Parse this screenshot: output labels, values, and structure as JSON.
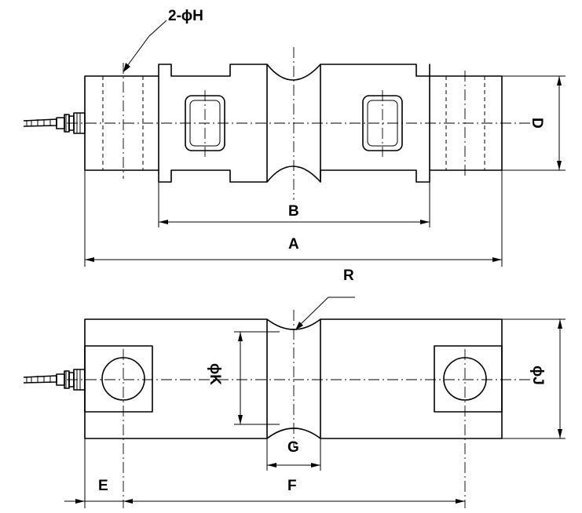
{
  "labels": {
    "hole_callout": "2-ϕH",
    "dim_a": "A",
    "dim_b": "B",
    "dim_d": "D",
    "dim_r": "R",
    "dim_k": "ϕK",
    "dim_j": "ϕJ",
    "dim_g": "G",
    "dim_e": "E",
    "dim_f": "F"
  }
}
